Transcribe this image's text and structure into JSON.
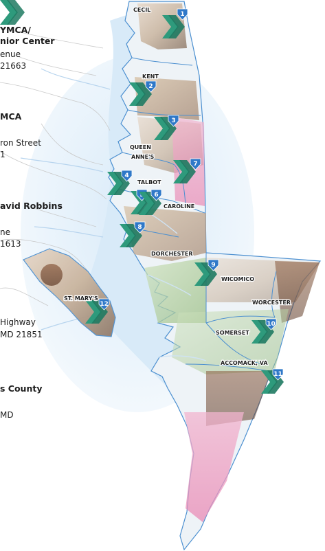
{
  "map": {
    "listing_fragments": [
      {
        "text": "YMCA/",
        "bold": true
      },
      {
        "text": "nior Center",
        "bold": true
      },
      {
        "text": "enue",
        "bold": false
      },
      {
        "text": "21663",
        "bold": false
      },
      {
        "text": "MCA",
        "bold": true
      },
      {
        "text": "ron Street",
        "bold": false
      },
      {
        "text": "1",
        "bold": false
      },
      {
        "text": "avid Robbins",
        "bold": true
      },
      {
        "text": "ne",
        "bold": false
      },
      {
        "text": "1613",
        "bold": false
      },
      {
        "text": "Highway",
        "bold": false
      },
      {
        "text": "MD 21851",
        "bold": false
      },
      {
        "text": "s County",
        "bold": true
      },
      {
        "text": "MD",
        "bold": false
      }
    ],
    "county_labels": [
      {
        "text": "CECIL"
      },
      {
        "text": "KENT"
      },
      {
        "text": "QUEEN"
      },
      {
        "text": "ANNE'S"
      },
      {
        "text": "TALBOT"
      },
      {
        "text": "CAROLINE"
      },
      {
        "text": "DORCHESTER"
      },
      {
        "text": "WICOMICO"
      },
      {
        "text": "WORCESTER"
      },
      {
        "text": "SOMERSET"
      },
      {
        "text": "ACCOMACK, VA"
      },
      {
        "text": "ST. MARY'S"
      }
    ],
    "location_markers": [
      {
        "number": "1"
      },
      {
        "number": "2"
      },
      {
        "number": "3"
      },
      {
        "number": "4"
      },
      {
        "number": "5"
      },
      {
        "number": "6"
      },
      {
        "number": "7"
      },
      {
        "number": "8"
      },
      {
        "number": "9"
      },
      {
        "number": "10"
      },
      {
        "number": "11"
      },
      {
        "number": "12"
      }
    ],
    "colors": {
      "chevron": "#2e9a7c",
      "chevron_dark": "#1f7a62",
      "badge": "#2f78c8",
      "border": "#4b8fd0",
      "water": "#dcecf8"
    }
  }
}
